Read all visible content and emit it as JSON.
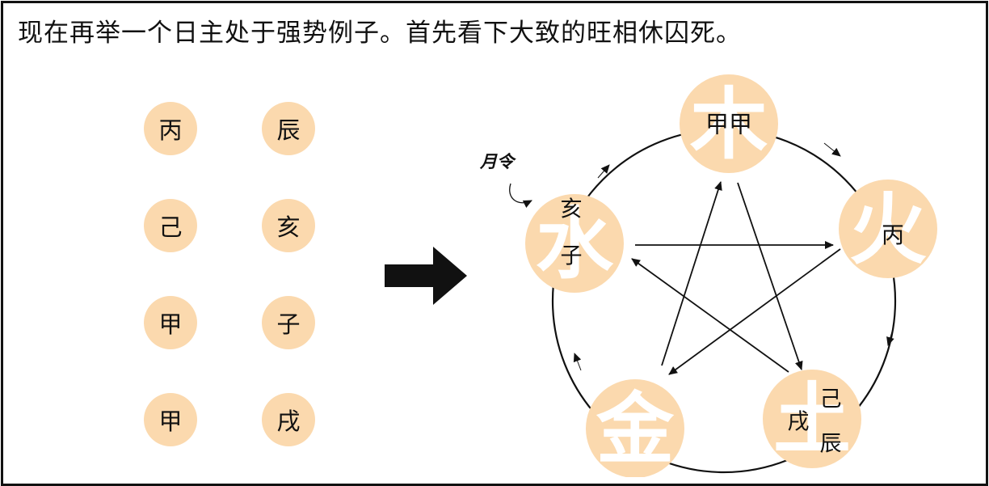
{
  "caption": "现在再举一个日主处于强势例子。首先看下大致的旺相休囚死。",
  "pillars": {
    "stems": [
      "丙",
      "己",
      "甲",
      "甲"
    ],
    "branches": [
      "辰",
      "亥",
      "子",
      "戌"
    ]
  },
  "month_label": "月令",
  "nodes": [
    {
      "id": "wood",
      "element": "木",
      "chars": [
        "甲甲"
      ]
    },
    {
      "id": "fire",
      "element": "火",
      "chars": [
        "丙"
      ]
    },
    {
      "id": "earth",
      "element": "土",
      "chars": [
        "戌",
        "己",
        "辰"
      ]
    },
    {
      "id": "metal",
      "element": "金",
      "chars": []
    },
    {
      "id": "water",
      "element": "水",
      "chars": [
        "亥",
        "子"
      ]
    }
  ],
  "colors": {
    "circle_fill": "#FBD9AE",
    "element_char": "#FFFFFF",
    "ink": "#111111"
  }
}
